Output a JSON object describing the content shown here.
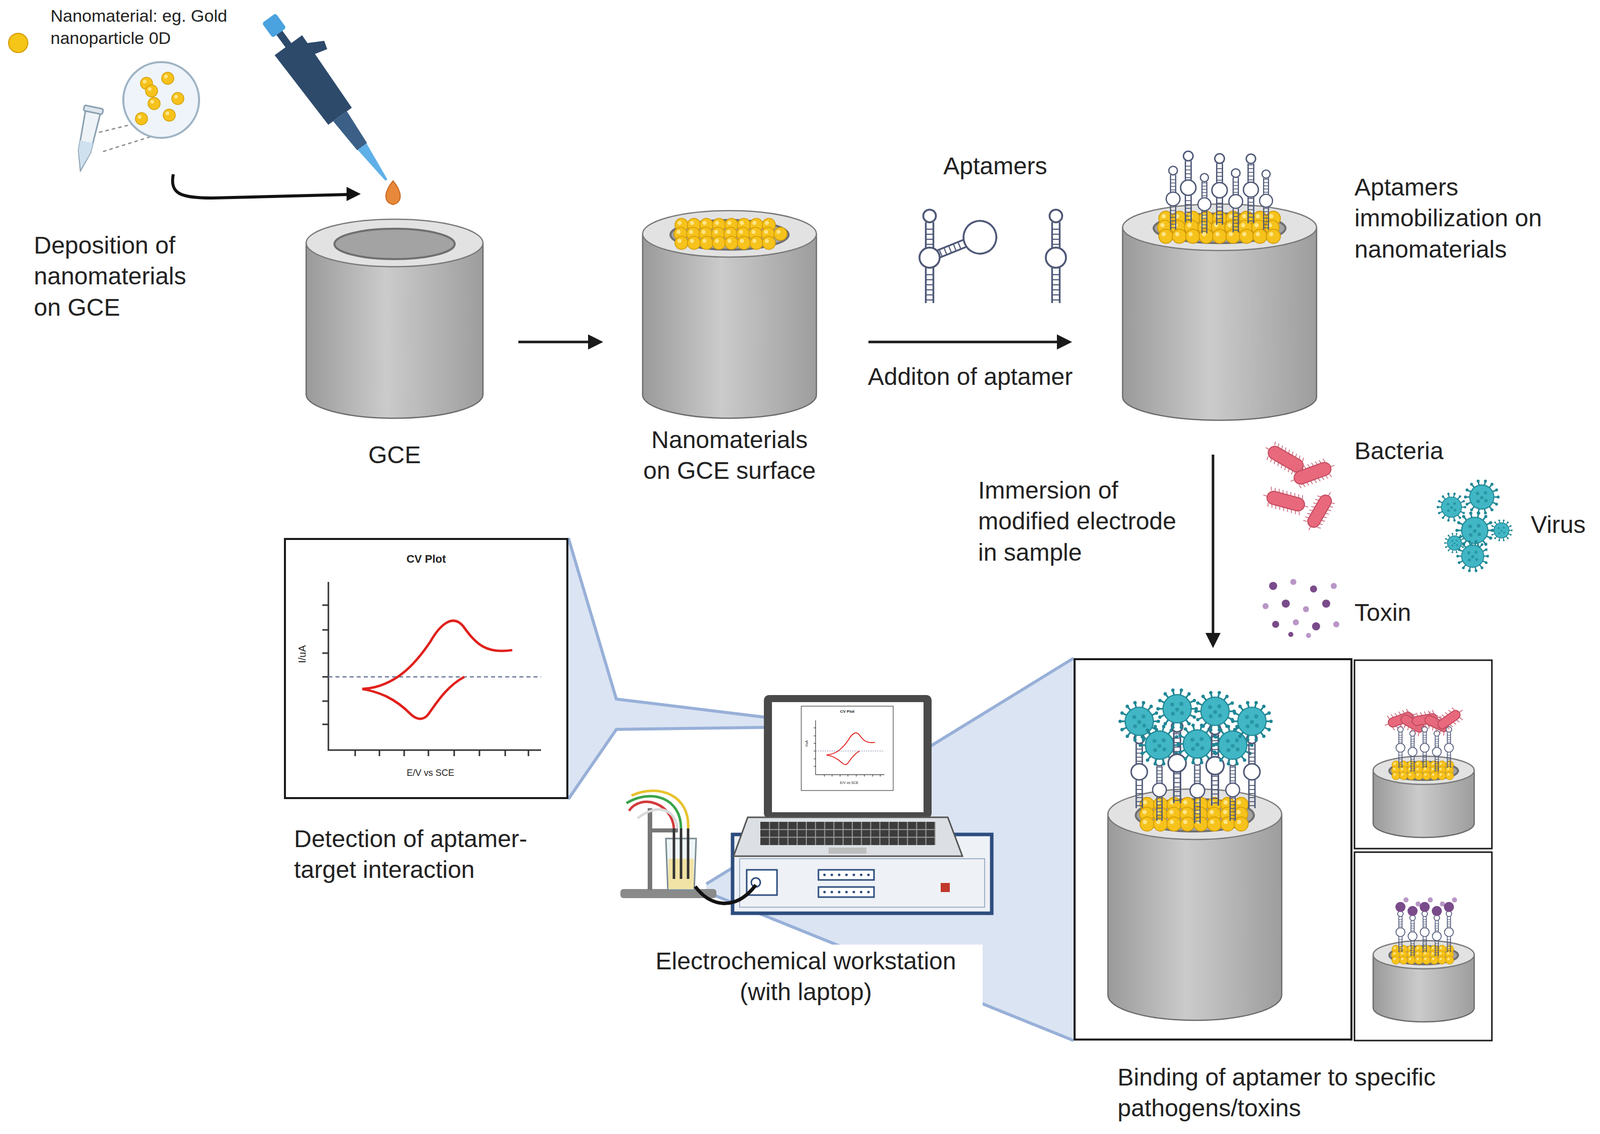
{
  "diagram": {
    "nodes": [
      {
        "text": [
          "GCE"
        ]
      },
      {
        "text": [
          "Nanomaterials on GCE surface"
        ]
      },
      {
        "text": [
          "Aptamers immobilization on nanomaterials"
        ]
      },
      {
        "text": [
          "Binding of aptamer to specific pathogens/toxins"
        ]
      },
      {
        "text": [
          "Electrochemical workstation (with laptop)"
        ]
      },
      {
        "text": [
          "CV Plot",
          "I/uA",
          "E/V vs SCE",
          "Detection of aptamer-target interaction"
        ]
      }
    ],
    "edges": [
      {
        "from": 0,
        "to": 1,
        "arrow": "to"
      },
      {
        "from": 1,
        "to": 2,
        "label": "Additon of aptamer",
        "arrow": "to"
      },
      {
        "from": 2,
        "to": 3,
        "label": "Immersion of modified electrode in sample",
        "arrow": "to"
      },
      {
        "from": 4,
        "to": 3,
        "arrow": "none"
      },
      {
        "from": 4,
        "to": 5,
        "arrow": "none"
      }
    ],
    "labels": [
      "Deposition of nanomaterials on GCE",
      "Aptamers",
      "Bacteria",
      "Virus",
      "Toxin",
      "CV Plot",
      "I/uA",
      "E/V vs SCE"
    ],
    "legend": [
      {
        "text": "Nanomaterial: eg. Gold nanoparticle 0D",
        "color": "#f5c518"
      }
    ]
  }
}
